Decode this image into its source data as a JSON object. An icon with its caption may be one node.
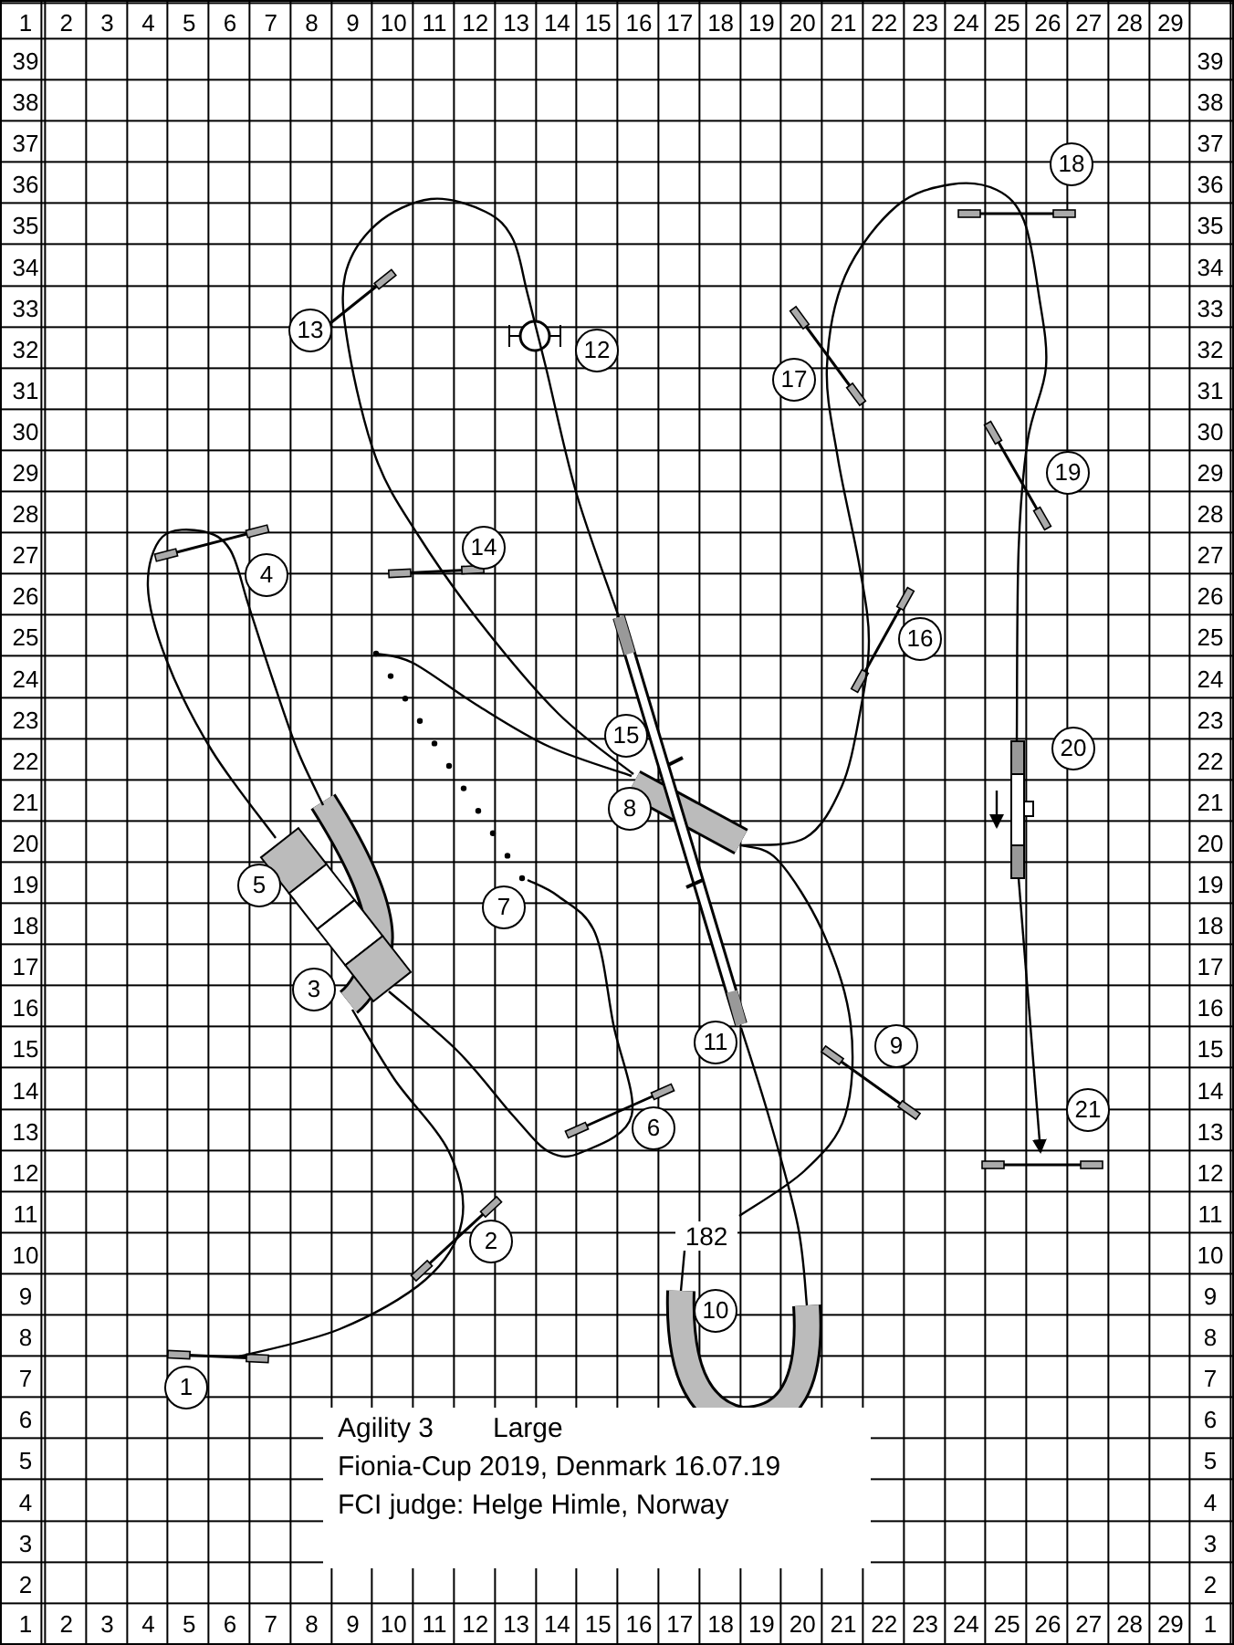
{
  "diagram": {
    "nodes": [
      {
        "text": [
          "1"
        ]
      },
      {
        "text": [
          "2"
        ]
      },
      {
        "text": [
          "3"
        ]
      },
      {
        "text": [
          "4"
        ]
      },
      {
        "text": [
          "5"
        ]
      },
      {
        "text": [
          "6"
        ]
      },
      {
        "text": [
          "7"
        ]
      },
      {
        "text": [
          "8"
        ]
      },
      {
        "text": [
          "9"
        ]
      },
      {
        "text": [
          "10"
        ]
      },
      {
        "text": [
          "11"
        ]
      },
      {
        "text": [
          "12"
        ]
      },
      {
        "text": [
          "13"
        ]
      },
      {
        "text": [
          "14"
        ]
      },
      {
        "text": [
          "15"
        ]
      },
      {
        "text": [
          "16"
        ]
      },
      {
        "text": [
          "17"
        ]
      },
      {
        "text": [
          "18"
        ]
      },
      {
        "text": [
          "19"
        ]
      },
      {
        "text": [
          "20"
        ]
      },
      {
        "text": [
          "21"
        ]
      },
      {
        "text": [
          "Agility 3",
          "Large",
          "Fionia-Cup 2019, Denmark 16.07.19",
          "FCI judge: Helge Himle, Norway"
        ]
      }
    ],
    "labels": [
      "1",
      "2",
      "3",
      "4",
      "5",
      "6",
      "7",
      "8",
      "9",
      "10",
      "11",
      "12",
      "13",
      "14",
      "15",
      "16",
      "17",
      "18",
      "19",
      "20",
      "21",
      "22",
      "23",
      "24",
      "25",
      "26",
      "27",
      "28",
      "29",
      "39",
      "39",
      "38",
      "38",
      "37",
      "37",
      "36",
      "36",
      "35",
      "35",
      "34",
      "34",
      "33",
      "33",
      "32",
      "32",
      "31",
      "31",
      "30",
      "30",
      "29",
      "29",
      "28",
      "28",
      "27",
      "27",
      "26",
      "26",
      "25",
      "25",
      "24",
      "24",
      "23",
      "23",
      "22",
      "22",
      "21",
      "21",
      "20",
      "20",
      "19",
      "19",
      "18",
      "18",
      "17",
      "17",
      "16",
      "16",
      "15",
      "15",
      "14",
      "14",
      "13",
      "13",
      "12",
      "12",
      "11",
      "11",
      "10",
      "10",
      "9",
      "9",
      "8",
      "8",
      "7",
      "7",
      "6",
      "6",
      "5",
      "5",
      "4",
      "4",
      "3",
      "3",
      "2",
      "2",
      "1",
      "2",
      "3",
      "4",
      "5",
      "6",
      "7",
      "8",
      "9",
      "10",
      "11",
      "12",
      "13",
      "14",
      "15",
      "16",
      "17",
      "18",
      "19",
      "20",
      "21",
      "22",
      "23",
      "24",
      "25",
      "26",
      "27",
      "28",
      "29",
      "1",
      "182"
    ]
  }
}
